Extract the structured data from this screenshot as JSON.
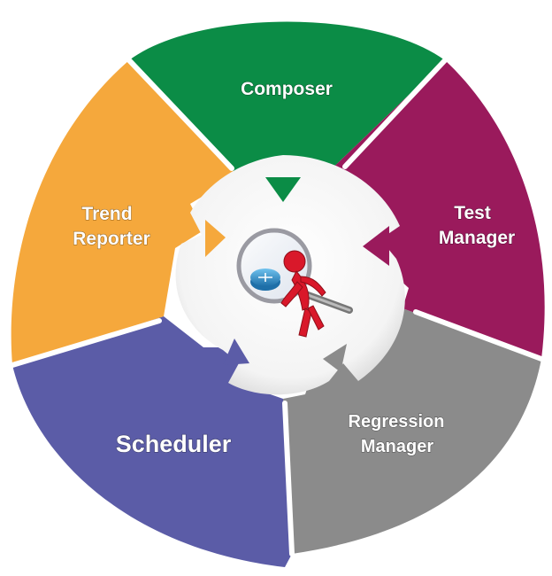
{
  "diagram": {
    "segments": [
      {
        "id": "composer",
        "lines": [
          "Composer"
        ],
        "color": "#0b8c46"
      },
      {
        "id": "test-manager",
        "lines": [
          "Test",
          "Manager"
        ],
        "color": "#9a1a5c"
      },
      {
        "id": "regression-manager",
        "lines": [
          "Regression",
          "Manager"
        ],
        "color": "#8b8b8b"
      },
      {
        "id": "scheduler",
        "lines": [
          "Scheduler"
        ],
        "color": "#5b5ca7"
      },
      {
        "id": "trend-reporter",
        "lines": [
          "Trend",
          "Reporter"
        ],
        "color": "#f5a83c"
      }
    ],
    "center": {
      "hub_color": "#ffffff",
      "icons": [
        "magnifier-icon",
        "router-icon",
        "figure-icon"
      ]
    }
  }
}
